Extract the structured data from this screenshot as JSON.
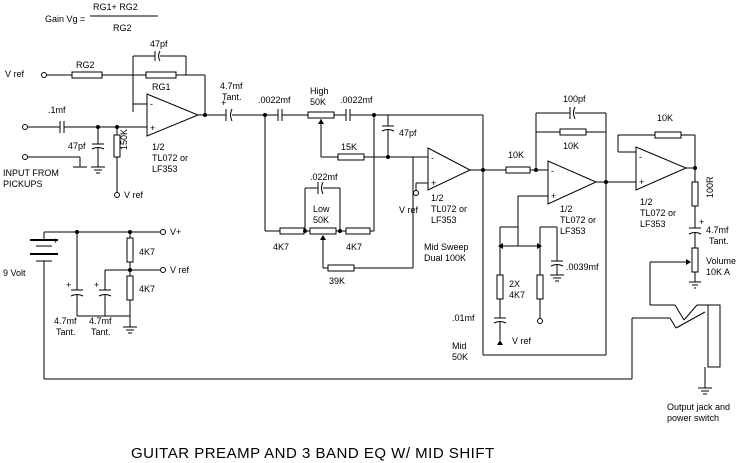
{
  "gain": {
    "prefix": "Gain Vg =",
    "numerator": "RG1+ RG2",
    "denominator": "RG2"
  },
  "labels": {
    "vref_in": "V ref",
    "rg2": "RG2",
    "rg1": "RG1",
    "c47pf_fb": "47pf",
    "c1mf": ".1mf",
    "c47pf_in": "47pf",
    "r150k": "150K",
    "input1": "INPUT FROM",
    "input2": "PICKUPS",
    "vref_bias": "V ref",
    "op1_a": "1/2",
    "op1_b": "TL072 or",
    "op1_c": "LF353",
    "c47mf_1a": "4.7mf",
    "c47mf_1b": "Tant.",
    "c0022_a": ".0022mf",
    "c0022_b": ".0022mf",
    "high_a": "High",
    "high_b": "50K",
    "r15k": "15K",
    "c47pf_eq": "47pf",
    "c022": ".022mf",
    "low_a": "Low",
    "low_b": "50K",
    "r4k7_l": "4K7",
    "r4k7_r": "4K7",
    "r39k": "39K",
    "vref_op2": "V ref",
    "op2_a": "1/2",
    "op2_b": "TL072 or",
    "op2_c": "LF353",
    "r10k_in": "10K",
    "c100pf": "100pf",
    "r10k_fb": "10K",
    "op3_a": "1/2",
    "op3_b": "TL072 or",
    "op3_c": "LF353",
    "midsweep_a": "Mid Sweep",
    "midsweep_b": "Dual 100K",
    "r2x_a": "2X",
    "r2x_b": "4K7",
    "c0039": ".0039mf",
    "c01mf": ".01mf",
    "mid_a": "Mid",
    "mid_b": "50K",
    "vref_mid": "V ref",
    "r10k_op4": "10K",
    "op4_a": "1/2",
    "op4_b": "TL072 or",
    "op4_c": "LF353",
    "r100r": "100R",
    "c47mf_2a": "4.7mf",
    "c47mf_2b": "Tant.",
    "vol_a": "Volume",
    "vol_b": "10K A",
    "out_a": "Output jack and",
    "out_b": "power switch",
    "vplus": "V+",
    "vref_sup": "V ref",
    "r4k7_s1": "4K7",
    "r4k7_s2": "4K7",
    "batt": "9 Volt",
    "c47_s1a": "4.7mf",
    "c47_s1b": "Tant.",
    "c47_s2a": "4.7mf",
    "c47_s2b": "Tant.",
    "plus": "+",
    "minus": "-"
  },
  "title": "GUITAR PREAMP AND 3 BAND EQ W/ MID SHIFT"
}
